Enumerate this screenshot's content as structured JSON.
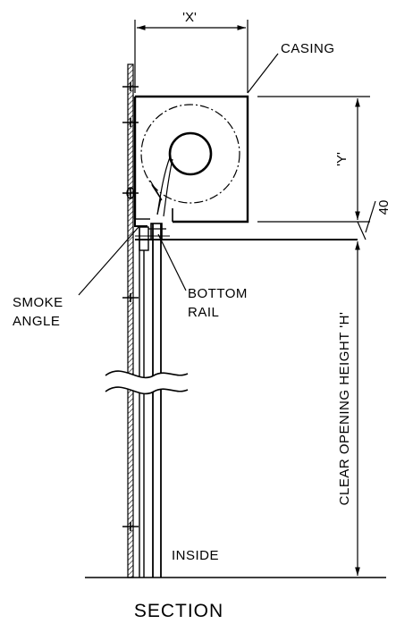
{
  "labels": {
    "casing": "CASING",
    "smoke_line1": "SMOKE",
    "smoke_line2": "ANGLE",
    "bottom_line1": "BOTTOM",
    "bottom_line2": "RAIL",
    "inside": "INSIDE",
    "clear_height": "CLEAR OPENING HEIGHT 'H'",
    "section": "SECTION"
  },
  "dimensions": {
    "x": "'X'",
    "y": "'Y'",
    "gap": "40"
  }
}
